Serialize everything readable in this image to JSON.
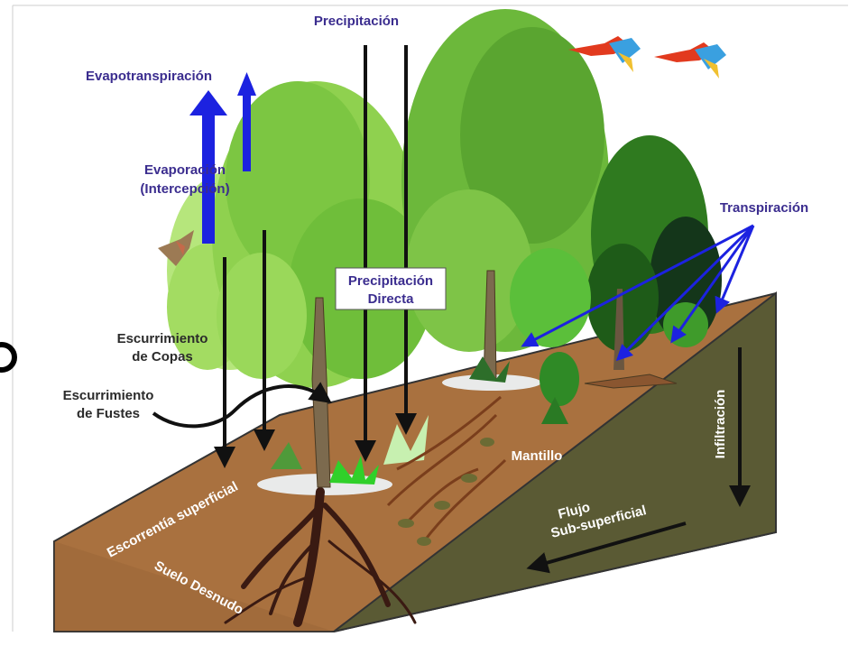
{
  "labels": {
    "precipitacion": "Precipitación",
    "evapotranspiracion": "Evapotranspiración",
    "evaporacion_line1": "Evaporación",
    "evaporacion_line2": "(Intercepción)",
    "transpiracion": "Transpiración",
    "precip_directa_line1": "Precipitación",
    "precip_directa_line2": "Directa",
    "escurrimiento_copas_line1": "Escurrimiento",
    "escurrimiento_copas_line2": "de Copas",
    "escurrimiento_fustes_line1": "Escurrimiento",
    "escurrimiento_fustes_line2": "de Fustes",
    "mantillo": "Mantillo",
    "infiltracion": "Infiltración",
    "flujo_line1": "Flujo",
    "flujo_line2": "Sub-superficial",
    "escorrentia": "Escorrentía superficial",
    "suelo": "Suelo Desnudo"
  },
  "colors": {
    "soil_top": "#a9713f",
    "soil_side": "#5a5a34",
    "vapor_arrow": "#1c22e0",
    "rain_arrow": "#111111",
    "foliage_light": "#8fd14f",
    "foliage_dark": "#2f7a1f",
    "foliage_darkest": "#14361a",
    "label_blue": "#3b2d8f"
  },
  "icons": [
    "macaw-bird-icon",
    "macaw-bird-icon",
    "hummingbird-icon"
  ]
}
